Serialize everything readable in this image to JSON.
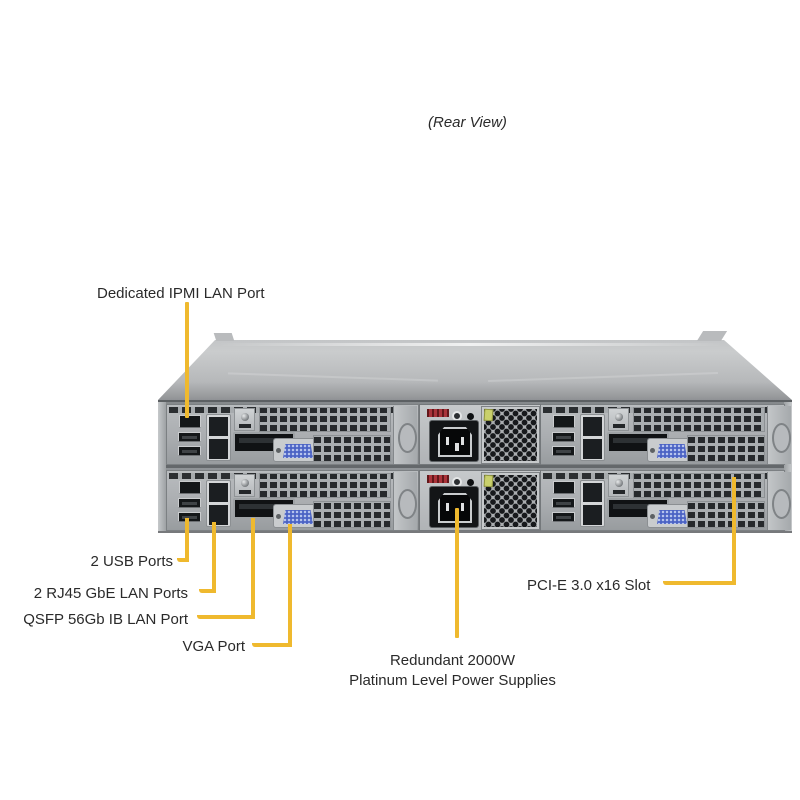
{
  "title": "(Rear View)",
  "callouts": {
    "ipmi": {
      "label": "Dedicated IPMI LAN Port"
    },
    "usb": {
      "label": "2 USB Ports"
    },
    "rj45": {
      "label": "2 RJ45 GbE LAN Ports"
    },
    "qsfp": {
      "label": "QSFP 56Gb IB LAN Port"
    },
    "vga": {
      "label": "VGA Port"
    },
    "pcie": {
      "label": "PCI-E 3.0 x16 Slot"
    },
    "psu": {
      "label_line1": "Redundant 2000W",
      "label_line2": "Platinum Level Power Supplies"
    }
  },
  "colors": {
    "callout_line": "#EFB92E",
    "label_text": "#2A2A2A",
    "chassis_light": "#CACCCD",
    "chassis_dark": "#989C9F",
    "vga_port_blue": "#4B63C4",
    "psu_label_red": "#A9333A",
    "psu_sticker_green": "#C9D06C"
  }
}
